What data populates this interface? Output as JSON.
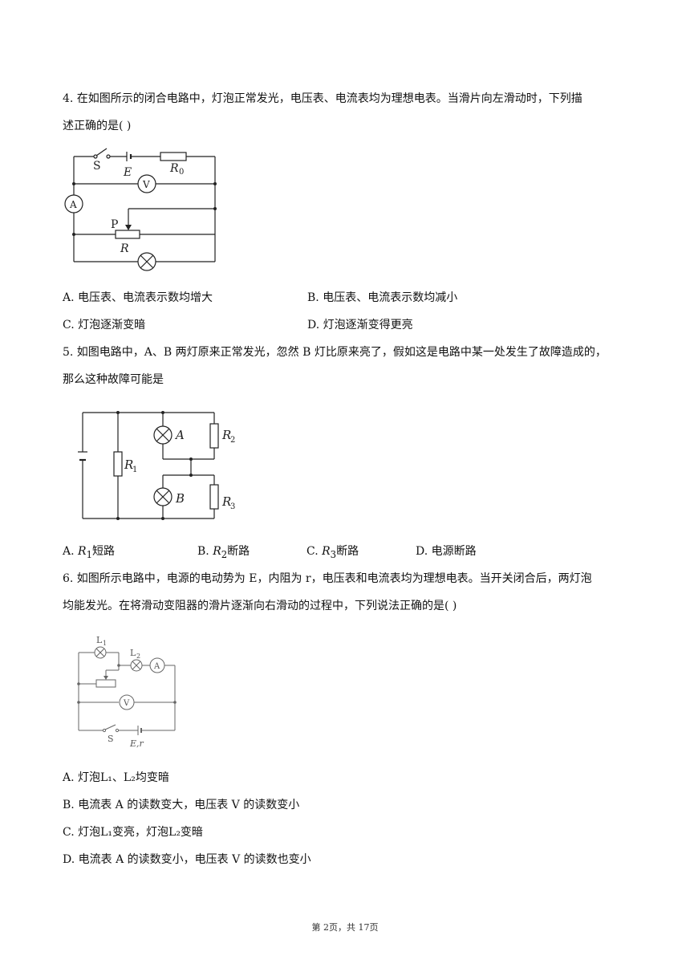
{
  "q4": {
    "line1": "4. 在如图所示的闭合电路中，灯泡正常发光，电压表、电流表均为理想电表。当滑片向左滑动时，下列描",
    "line2": "述正确的是(    )",
    "figure_labels": {
      "S": "S",
      "E": "E",
      "R0": "R",
      "R0_sub": "0",
      "V": "V",
      "A": "A",
      "P": "P",
      "R": "R"
    },
    "options": [
      "A. 电压表、电流表示数均增大",
      "B. 电压表、电流表示数均减小",
      "C. 灯泡逐渐变暗",
      "D. 灯泡逐渐变得更亮"
    ]
  },
  "q5": {
    "line1": "5. 如图电路中，A、B 两灯原来正常发光，忽然 B 灯比原来亮了，假如这是电路中某一处发生了故障造成的，",
    "line2": "那么这种故障可能是",
    "figure_labels": {
      "A": "A",
      "B": "B",
      "R1": "R",
      "R1_sub": "1",
      "R2": "R",
      "R2_sub": "2",
      "R3": "R",
      "R3_sub": "3"
    },
    "options": [
      {
        "prefix": "A. ",
        "var": "R",
        "sub": "1",
        "text": "短路"
      },
      {
        "prefix": "B. ",
        "var": "R",
        "sub": "2",
        "text": "断路"
      },
      {
        "prefix": "C. ",
        "var": "R",
        "sub": "3",
        "text": "断路"
      },
      {
        "prefix": "D. ",
        "var": "",
        "sub": "",
        "text": "电源断路"
      }
    ]
  },
  "q6": {
    "line1": "6. 如图所示电路中，电源的电动势为 E，内阻为 r，电压表和电流表均为理想电表。当开关闭合后，两灯泡",
    "line2": "均能发光。在将滑动变阻器的滑片逐渐向右滑动的过程中，下列说法正确的是(    )",
    "figure_labels": {
      "L1": "L",
      "L1_sub": "1",
      "L2": "L",
      "L2_sub": "2",
      "A": "A",
      "V": "V",
      "S": "S",
      "Er": "E,r"
    },
    "options": [
      "A. 灯泡L₁、L₂均变暗",
      "B. 电流表 A 的读数变大，电压表 V 的读数变小",
      "C. 灯泡L₁变亮，灯泡L₂变暗",
      "D. 电流表 A 的读数变小，电压表 V 的读数也变小"
    ]
  },
  "footer": "第 2页，共 17页"
}
